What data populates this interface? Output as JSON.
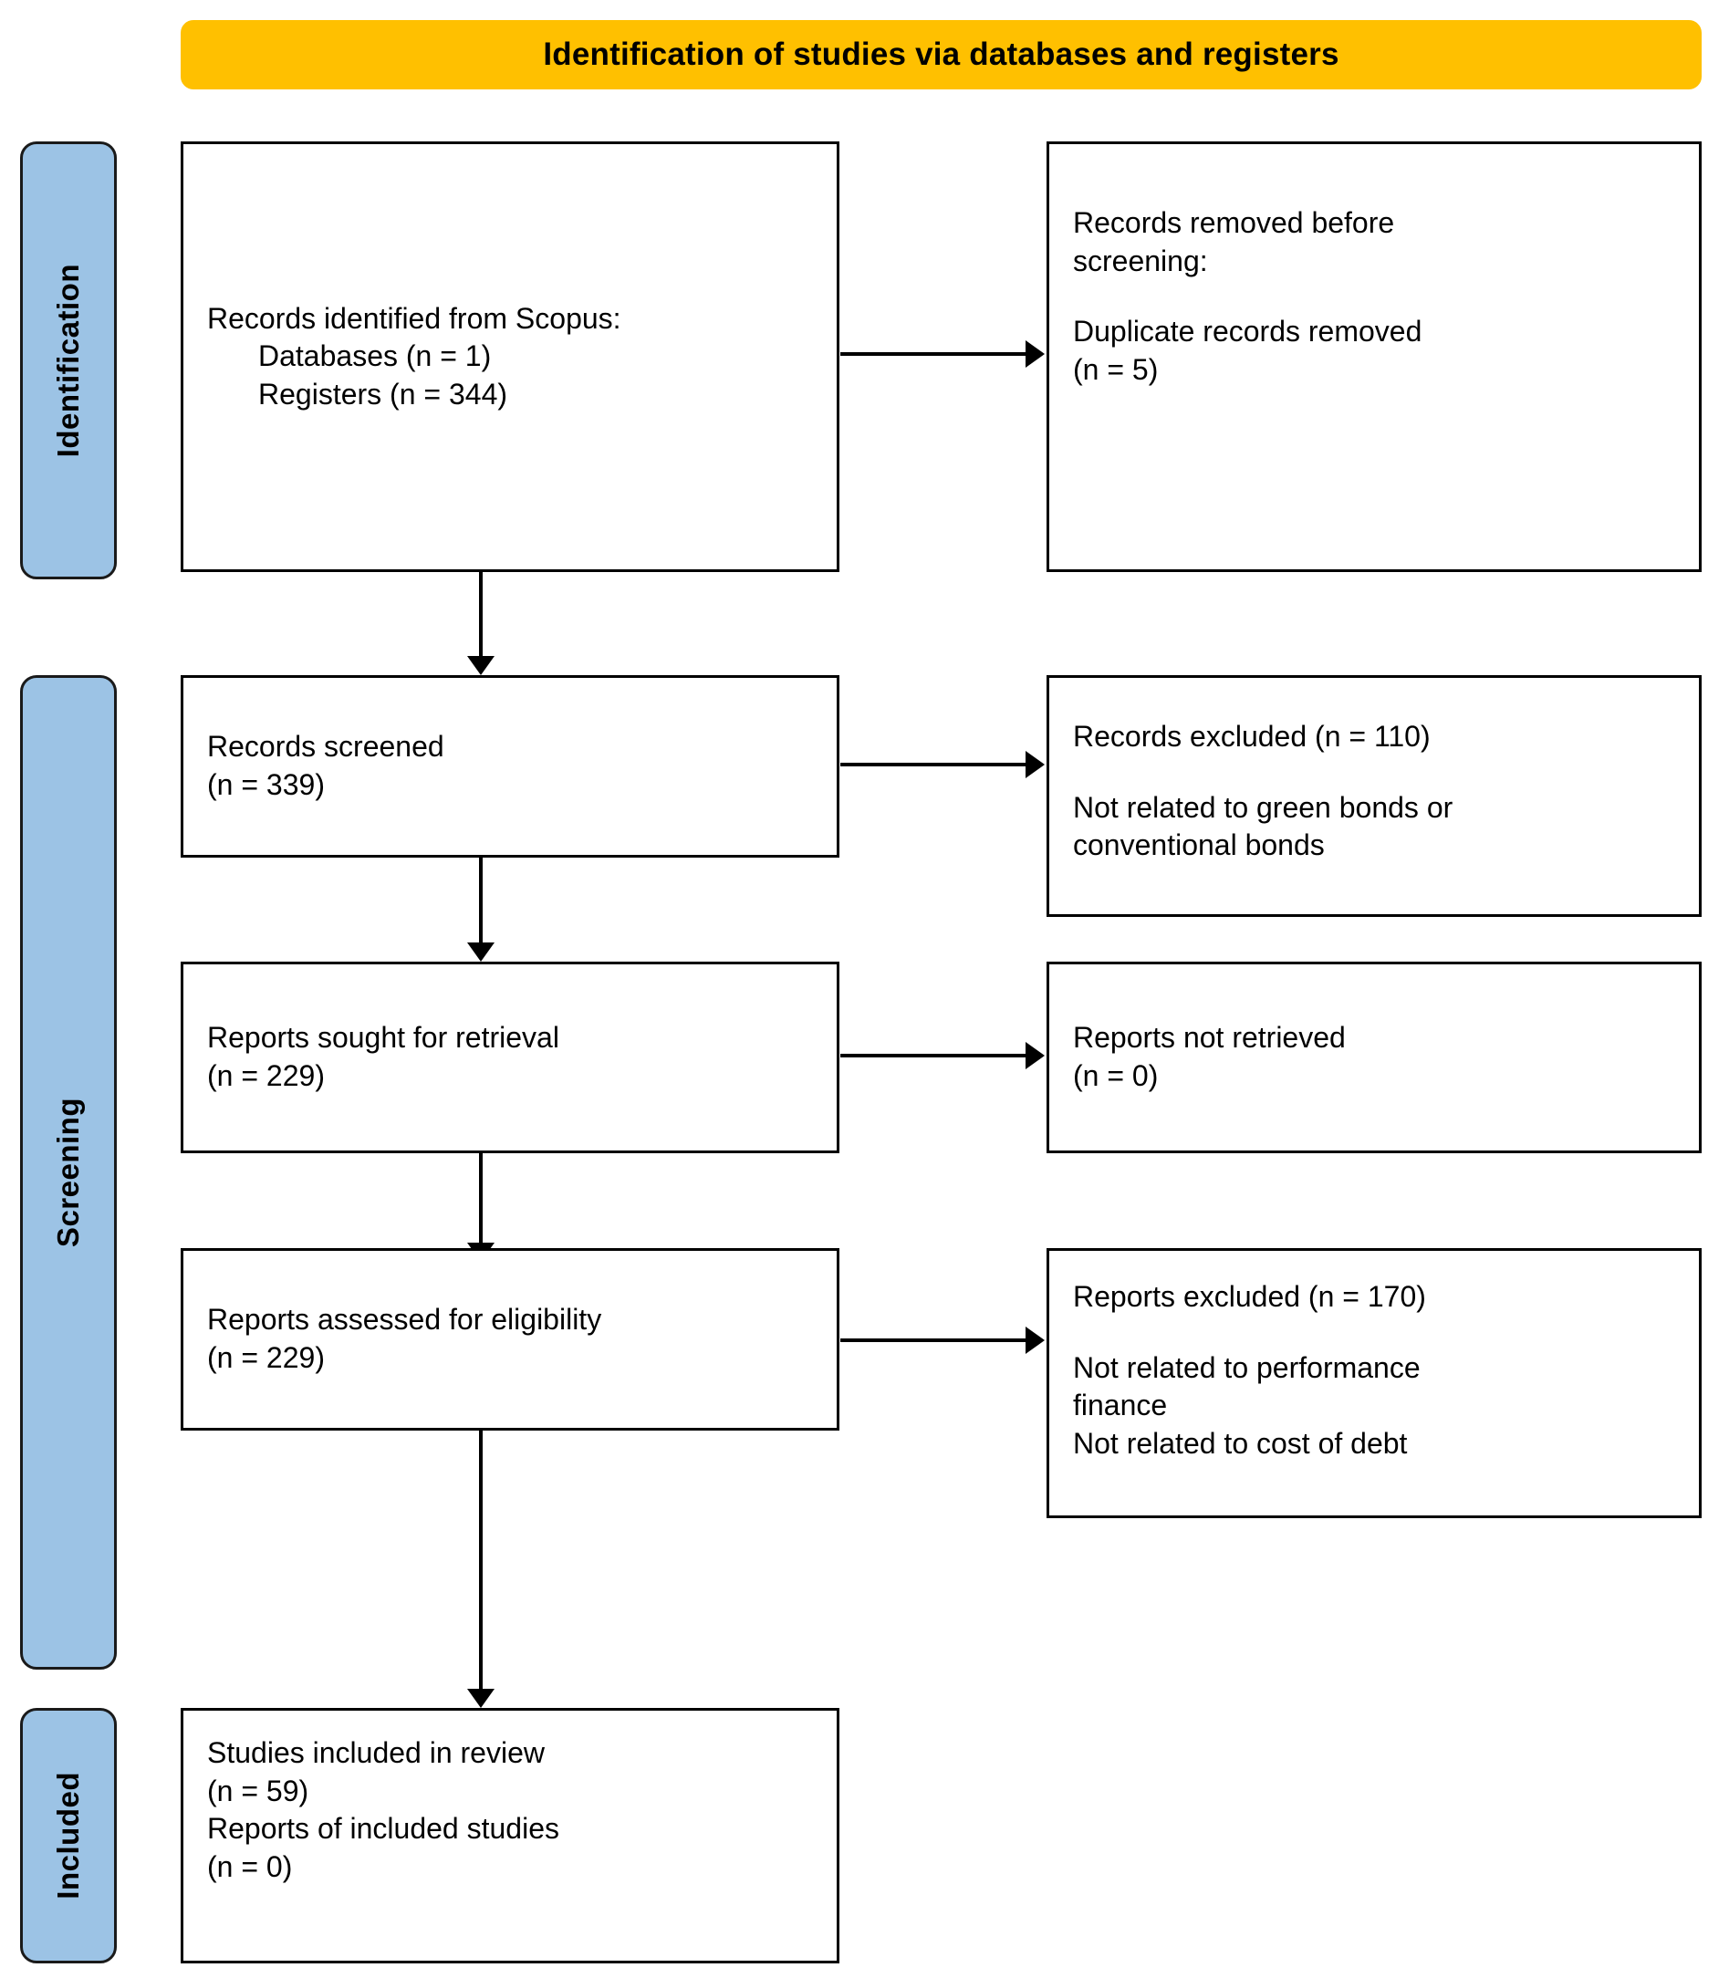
{
  "diagram": {
    "title": "Identification of studies via databases and registers",
    "accent_banner_color": "#FFC000",
    "stage_bar_color": "#9CC3E5",
    "border_color": "#000000"
  },
  "stages": [
    {
      "id": "identification",
      "label": "Identification"
    },
    {
      "id": "screening",
      "label": "Screening"
    },
    {
      "id": "included",
      "label": "Included"
    }
  ],
  "boxes": {
    "identified": {
      "l1": "Records identified from Scopus:",
      "l2": "Databases (n = 1)",
      "l3": "Registers (n = 344)"
    },
    "removed_before_screening": {
      "l1": "Records removed ",
      "l1_ital": "before",
      "l2_ital": "screening",
      "l2_tail": ":",
      "l3": "Duplicate records removed",
      "l4": "(n = 5)"
    },
    "records_screened": {
      "l1": "Records screened",
      "l2": "(n = 339)"
    },
    "records_excluded": {
      "l1": "Records excluded (n = 110)",
      "l2": "Not related to green bonds or",
      "l3": "conventional bonds"
    },
    "reports_sought": {
      "l1": "Reports sought for retrieval",
      "l2": "(n = 229)"
    },
    "reports_not_retrieved": {
      "l1": "Reports not retrieved",
      "l2": "(n = 0)"
    },
    "reports_assessed": {
      "l1": "Reports assessed for eligibility",
      "l2": "(n = 229)"
    },
    "reports_excluded": {
      "l1": "Reports excluded (n = 170)",
      "l2": "Not related to performance",
      "l3": "finance",
      "l4": "Not related to cost of debt"
    },
    "studies_included": {
      "l1": "Studies included in review",
      "l2": "(n = 59)",
      "l3": "Reports of included studies",
      "l4": "(n = 0)"
    }
  },
  "chart_data": {
    "type": "diagram",
    "title": "Identification of studies via databases and registers",
    "nodes": [
      {
        "id": "identified",
        "stage": "Identification",
        "column": "left",
        "label": "Records identified from Scopus: Databases (n = 1) Registers (n = 344)",
        "counts": {
          "databases": 1,
          "registers": 344
        }
      },
      {
        "id": "removed_before_screening",
        "stage": "Identification",
        "column": "right",
        "label": "Records removed before screening: Duplicate records removed (n = 5)",
        "counts": {
          "duplicates_removed": 5
        }
      },
      {
        "id": "records_screened",
        "stage": "Screening",
        "column": "left",
        "label": "Records screened (n = 339)",
        "counts": {
          "n": 339
        }
      },
      {
        "id": "records_excluded",
        "stage": "Screening",
        "column": "right",
        "label": "Records excluded (n = 110) Not related to green bonds or conventional bonds",
        "counts": {
          "n": 110
        }
      },
      {
        "id": "reports_sought",
        "stage": "Screening",
        "column": "left",
        "label": "Reports sought for retrieval (n = 229)",
        "counts": {
          "n": 229
        }
      },
      {
        "id": "reports_not_retrieved",
        "stage": "Screening",
        "column": "right",
        "label": "Reports not retrieved (n = 0)",
        "counts": {
          "n": 0
        }
      },
      {
        "id": "reports_assessed",
        "stage": "Screening",
        "column": "left",
        "label": "Reports assessed for eligibility (n = 229)",
        "counts": {
          "n": 229
        }
      },
      {
        "id": "reports_excluded",
        "stage": "Screening",
        "column": "right",
        "label": "Reports excluded (n = 170) Not related to performance finance Not related to cost of debt",
        "counts": {
          "n": 170
        }
      },
      {
        "id": "studies_included",
        "stage": "Included",
        "column": "left",
        "label": "Studies included in review (n = 59) Reports of included studies (n = 0)",
        "counts": {
          "studies": 59,
          "reports": 0
        }
      }
    ],
    "edges": [
      {
        "from": "identified",
        "to": "removed_before_screening",
        "direction": "right"
      },
      {
        "from": "identified",
        "to": "records_screened",
        "direction": "down"
      },
      {
        "from": "records_screened",
        "to": "records_excluded",
        "direction": "right"
      },
      {
        "from": "records_screened",
        "to": "reports_sought",
        "direction": "down"
      },
      {
        "from": "reports_sought",
        "to": "reports_not_retrieved",
        "direction": "right"
      },
      {
        "from": "reports_sought",
        "to": "reports_assessed",
        "direction": "down"
      },
      {
        "from": "reports_assessed",
        "to": "reports_excluded",
        "direction": "right"
      },
      {
        "from": "reports_assessed",
        "to": "studies_included",
        "direction": "down"
      }
    ]
  }
}
